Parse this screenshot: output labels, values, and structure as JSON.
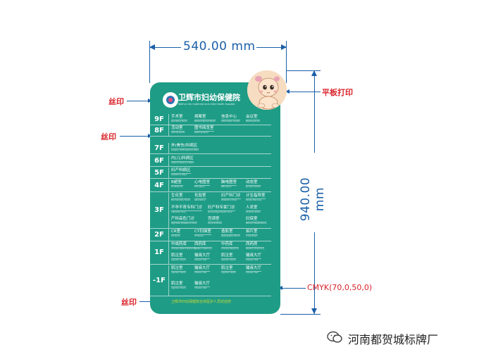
{
  "dimensions": {
    "width_label": "540.00 mm",
    "height_label": "940.00 mm"
  },
  "labels": {
    "silk_top": "丝印",
    "silk_mid": "丝印",
    "silk_bottom": "丝印",
    "flatbed_print": "平板打印",
    "cmyk": "CMYK(70,0,50,0)"
  },
  "colors": {
    "sign_bg": "#1e9c86",
    "annotation_blue": "#1a5fa8",
    "label_red": "#d8232a"
  },
  "header": {
    "title_cn": "卫辉市妇幼保健院",
    "title_en": "Weihui city maternal and child health hospital"
  },
  "floors": [
    {
      "floor": "9F",
      "cells": [
        {
          "cn": "手术室",
          "en": "Operating Room"
        },
        {
          "cn": "病案室",
          "en": "Medical Record Room"
        },
        {
          "cn": "信息中心",
          "en": "Information Center"
        },
        {
          "cn": "会议室",
          "en": "Meeting Room"
        }
      ]
    },
    {
      "floor": "8F",
      "cells": [
        {
          "cn": "活动室",
          "en": "Activity Room"
        },
        {
          "cn": "图书阅览室",
          "en": "Reading Room"
        }
      ]
    },
    {
      "floor": "7F",
      "cells": [
        {
          "cn": "外(骨伤)科病区",
          "en": "Surgery (Orthopedics) Ward"
        }
      ]
    },
    {
      "floor": "6F",
      "cells": [
        {
          "cn": "内(儿)科病区",
          "en": "Internal Medicine Ward"
        }
      ]
    },
    {
      "floor": "5F",
      "cells": [
        {
          "cn": "妇产科病区",
          "en": "Obstetrics Ward"
        }
      ]
    },
    {
      "floor": "4F",
      "cells": [
        {
          "cn": "B超室",
          "en": "B Ultrasonic"
        },
        {
          "cn": "心电图室",
          "en": "ECG Room"
        },
        {
          "cn": "脑电图室",
          "en": "EEG Room"
        },
        {
          "cn": "动态室",
          "en": "Dynamic Room"
        }
      ]
    },
    {
      "floor": "3F",
      "rows": [
        [
          {
            "cn": "生化室",
            "en": "Biochemistry Room"
          },
          {
            "cn": "化验室",
            "en": "Laboratory"
          },
          {
            "cn": "妇产科门诊",
            "en": "Obstetrics Clinic"
          },
          {
            "cn": "计生指导室",
            "en": "Family Planning"
          }
        ],
        [
          {
            "cn": "不孕不育专科门诊",
            "en": "Infertility Clinic"
          },
          {
            "cn": "妇产科专家门诊",
            "en": "Gynecology Expert Clinic"
          },
          {
            "cn": "人流室",
            "en": "Abortion Room"
          }
        ],
        [
          {
            "cn": "产科高危门诊",
            "en": "High Risk Obstetrics Clinic"
          },
          {
            "cn": "宫颈室",
            "en": "Cervical Room"
          },
          {
            "cn": "妇保室",
            "en": "Women Health Room"
          }
        ]
      ]
    },
    {
      "floor": "2F",
      "cells": [
        {
          "cn": "CR室",
          "en": "CR Room"
        },
        {
          "cn": "CT扫描室",
          "en": "CT Room"
        },
        {
          "cn": "造影室",
          "en": "Radiography Room"
        },
        {
          "cn": "拍片室",
          "en": "X-ray Room"
        }
      ]
    },
    {
      "floor": "1F",
      "rows": [
        [
          {
            "cn": "中成药库",
            "en": "Chinese Patent Medicine"
          },
          {
            "cn": "西药库",
            "en": "Western Medicine"
          },
          {
            "cn": "中药库",
            "en": "Chinese Medicine"
          },
          {
            "cn": "西药房",
            "en": "Western Pharmacy"
          }
        ],
        [
          {
            "cn": "肌注室",
            "en": "Injection Room"
          },
          {
            "cn": "输液大厅",
            "en": "Infusion Hall"
          },
          {
            "cn": "肌注室",
            "en": "Injection Room"
          },
          {
            "cn": "输液大厅",
            "en": "Infusion Hall"
          }
        ]
      ]
    },
    {
      "floor": "-1F",
      "rows": [
        [
          {
            "cn": "肌注室",
            "en": "Injection Room"
          },
          {
            "cn": "输液大厅",
            "en": "Infusion Hall"
          },
          {
            "cn": "肌注室",
            "en": "Injection Room"
          },
          {
            "cn": "输液大厅",
            "en": "Infusion Hall"
          }
        ],
        [
          {
            "cn": "肌注室",
            "en": "Injection Room"
          },
          {
            "cn": "输液大厅",
            "en": "Infusion Hall"
          }
        ]
      ]
    }
  ],
  "footer": {
    "text": "卫辉市妇幼保健院全体医护人员欢迎您"
  },
  "watermark": {
    "text": "河南都贺城标牌厂"
  }
}
